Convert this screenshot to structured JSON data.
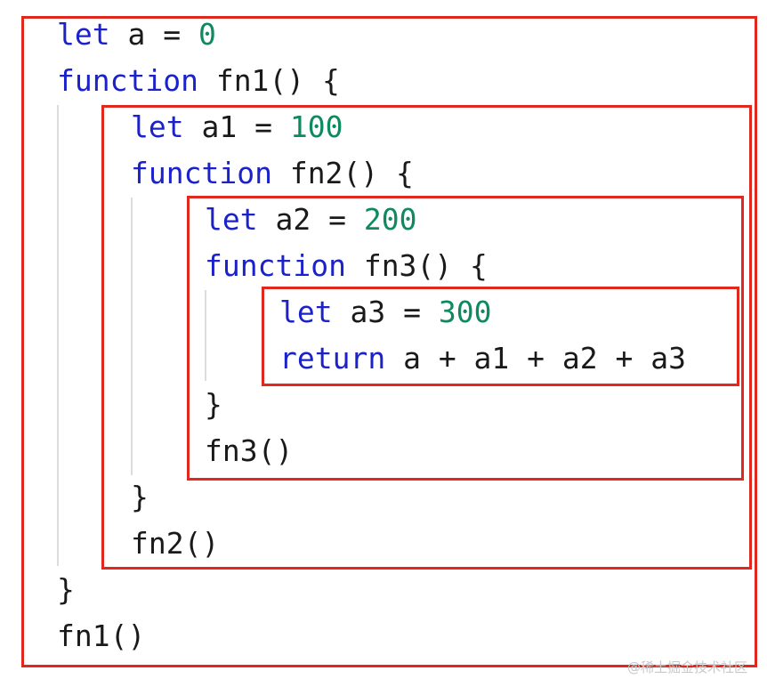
{
  "code": {
    "lines": [
      [
        {
          "t": "let",
          "c": "kw"
        },
        {
          "t": " a = "
        },
        {
          "t": "0",
          "c": "num"
        }
      ],
      [
        {
          "t": "function",
          "c": "kw"
        },
        {
          "t": " fn1() {"
        }
      ],
      [
        {
          "t": "let",
          "c": "kw"
        },
        {
          "t": " a1 = "
        },
        {
          "t": "100",
          "c": "num"
        }
      ],
      [
        {
          "t": "function",
          "c": "kw"
        },
        {
          "t": " fn2() {"
        }
      ],
      [
        {
          "t": "let",
          "c": "kw"
        },
        {
          "t": " a2 = "
        },
        {
          "t": "200",
          "c": "num"
        }
      ],
      [
        {
          "t": "function",
          "c": "kw"
        },
        {
          "t": " fn3() {"
        }
      ],
      [
        {
          "t": "let",
          "c": "kw"
        },
        {
          "t": " a3 = "
        },
        {
          "t": "300",
          "c": "num"
        }
      ],
      [
        {
          "t": "return",
          "c": "kw"
        },
        {
          "t": " a + a1 + a2 + a3"
        }
      ],
      [
        {
          "t": "}"
        }
      ],
      [
        {
          "t": "fn3()"
        }
      ],
      [
        {
          "t": "}"
        }
      ],
      [
        {
          "t": "fn2()"
        }
      ],
      [
        {
          "t": "}"
        }
      ],
      [
        {
          "t": "fn1()"
        }
      ]
    ]
  },
  "colors": {
    "keyword": "#1b22c9",
    "number": "#0f8a5f",
    "text": "#1a1a1a",
    "scope_box": "#e0281e"
  },
  "watermark": "@稀土掘金技术社区"
}
